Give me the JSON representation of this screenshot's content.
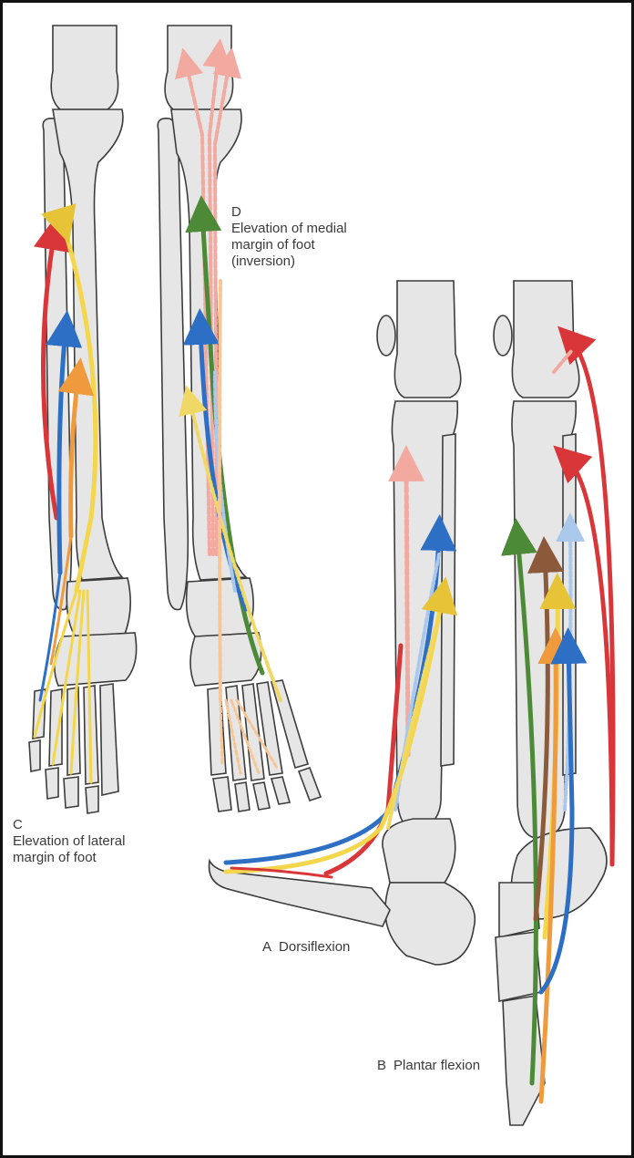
{
  "panels": {
    "A": {
      "letter": "A",
      "caption": "Dorsiflexion"
    },
    "B": {
      "letter": "B",
      "caption": "Plantar flexion"
    },
    "C": {
      "letter": "C",
      "line1": "Elevation of lateral",
      "line2": "margin of foot"
    },
    "D": {
      "letter": "D",
      "line1": "Elevation of medial",
      "line2": "margin of foot",
      "line3": "(inversion)"
    }
  },
  "colors": {
    "bone_fill": "#e6e6e6",
    "bone_stroke": "#3c3c3c",
    "red": "#d9363a",
    "blue": "#2c6fc4",
    "yellow": "#f3d64b",
    "orange": "#ef9a3c",
    "green": "#4c8a37",
    "brown": "#8a5a3a",
    "pink": "#f2a9a0",
    "light_blue": "#a9c8ec",
    "light_yellow": "#f6e59a",
    "light_orange": "#f6c796"
  }
}
